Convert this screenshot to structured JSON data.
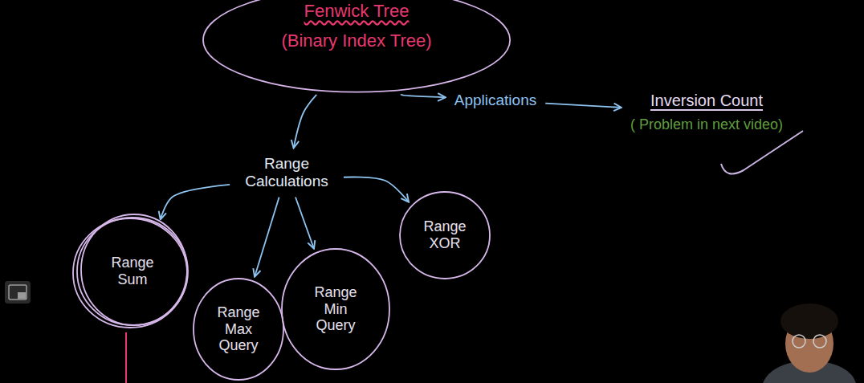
{
  "diagram": {
    "nodes": [
      {
        "text": [
          "Fenwick Tree",
          "(Binary Index Tree)"
        ]
      },
      {
        "text": [
          "Range Calculations"
        ]
      },
      {
        "text": [
          "Applications"
        ]
      },
      {
        "text": [
          "Inversion Count",
          "( Problem in next video)"
        ]
      },
      {
        "text": [
          "Range Sum"
        ]
      },
      {
        "text": [
          "Range Max Query"
        ]
      },
      {
        "text": [
          "Range Min Query"
        ]
      },
      {
        "text": [
          "Range XOR"
        ]
      }
    ],
    "edges": [
      {
        "from": 0,
        "to": 1,
        "arrow": "to"
      },
      {
        "from": 0,
        "to": 2,
        "arrow": "to"
      },
      {
        "from": 2,
        "to": 3,
        "arrow": "to"
      },
      {
        "from": 1,
        "to": 4,
        "arrow": "to"
      },
      {
        "from": 1,
        "to": 5,
        "arrow": "to"
      },
      {
        "from": 1,
        "to": 6,
        "arrow": "to"
      },
      {
        "from": 1,
        "to": 7,
        "arrow": "to"
      }
    ]
  }
}
